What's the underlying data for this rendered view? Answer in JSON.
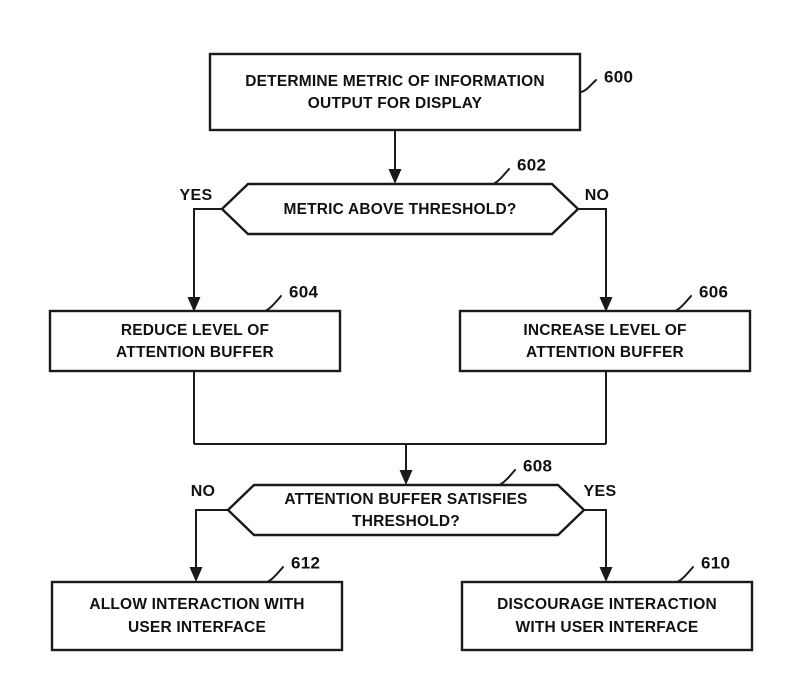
{
  "figure": {
    "type": "patent-flowchart",
    "background_color": "#ffffff",
    "line_color": "#1a1a1a",
    "text_color": "#111111"
  },
  "nodes": {
    "start_process": {
      "ref": "600",
      "shape": "rectangle",
      "line1": "DETERMINE METRIC OF INFORMATION",
      "line2": "OUTPUT FOR DISPLAY"
    },
    "decision_metric": {
      "ref": "602",
      "shape": "hexagon",
      "line1": "METRIC ABOVE THRESHOLD?",
      "line2": "",
      "branch_left": "YES",
      "branch_right": "NO"
    },
    "reduce_buffer": {
      "ref": "604",
      "shape": "rectangle",
      "line1": "REDUCE LEVEL OF",
      "line2": "ATTENTION BUFFER"
    },
    "increase_buffer": {
      "ref": "606",
      "shape": "rectangle",
      "line1": "INCREASE LEVEL OF",
      "line2": "ATTENTION BUFFER"
    },
    "decision_buffer": {
      "ref": "608",
      "shape": "hexagon",
      "line1": "ATTENTION BUFFER SATISFIES",
      "line2": "THRESHOLD?",
      "branch_left": "NO",
      "branch_right": "YES"
    },
    "allow_interaction": {
      "ref": "612",
      "shape": "rectangle",
      "line1": "ALLOW INTERACTION WITH",
      "line2": "USER INTERFACE"
    },
    "discourage_interaction": {
      "ref": "610",
      "shape": "rectangle",
      "line1": "DISCOURAGE INTERACTION",
      "line2": "WITH USER INTERFACE"
    }
  }
}
